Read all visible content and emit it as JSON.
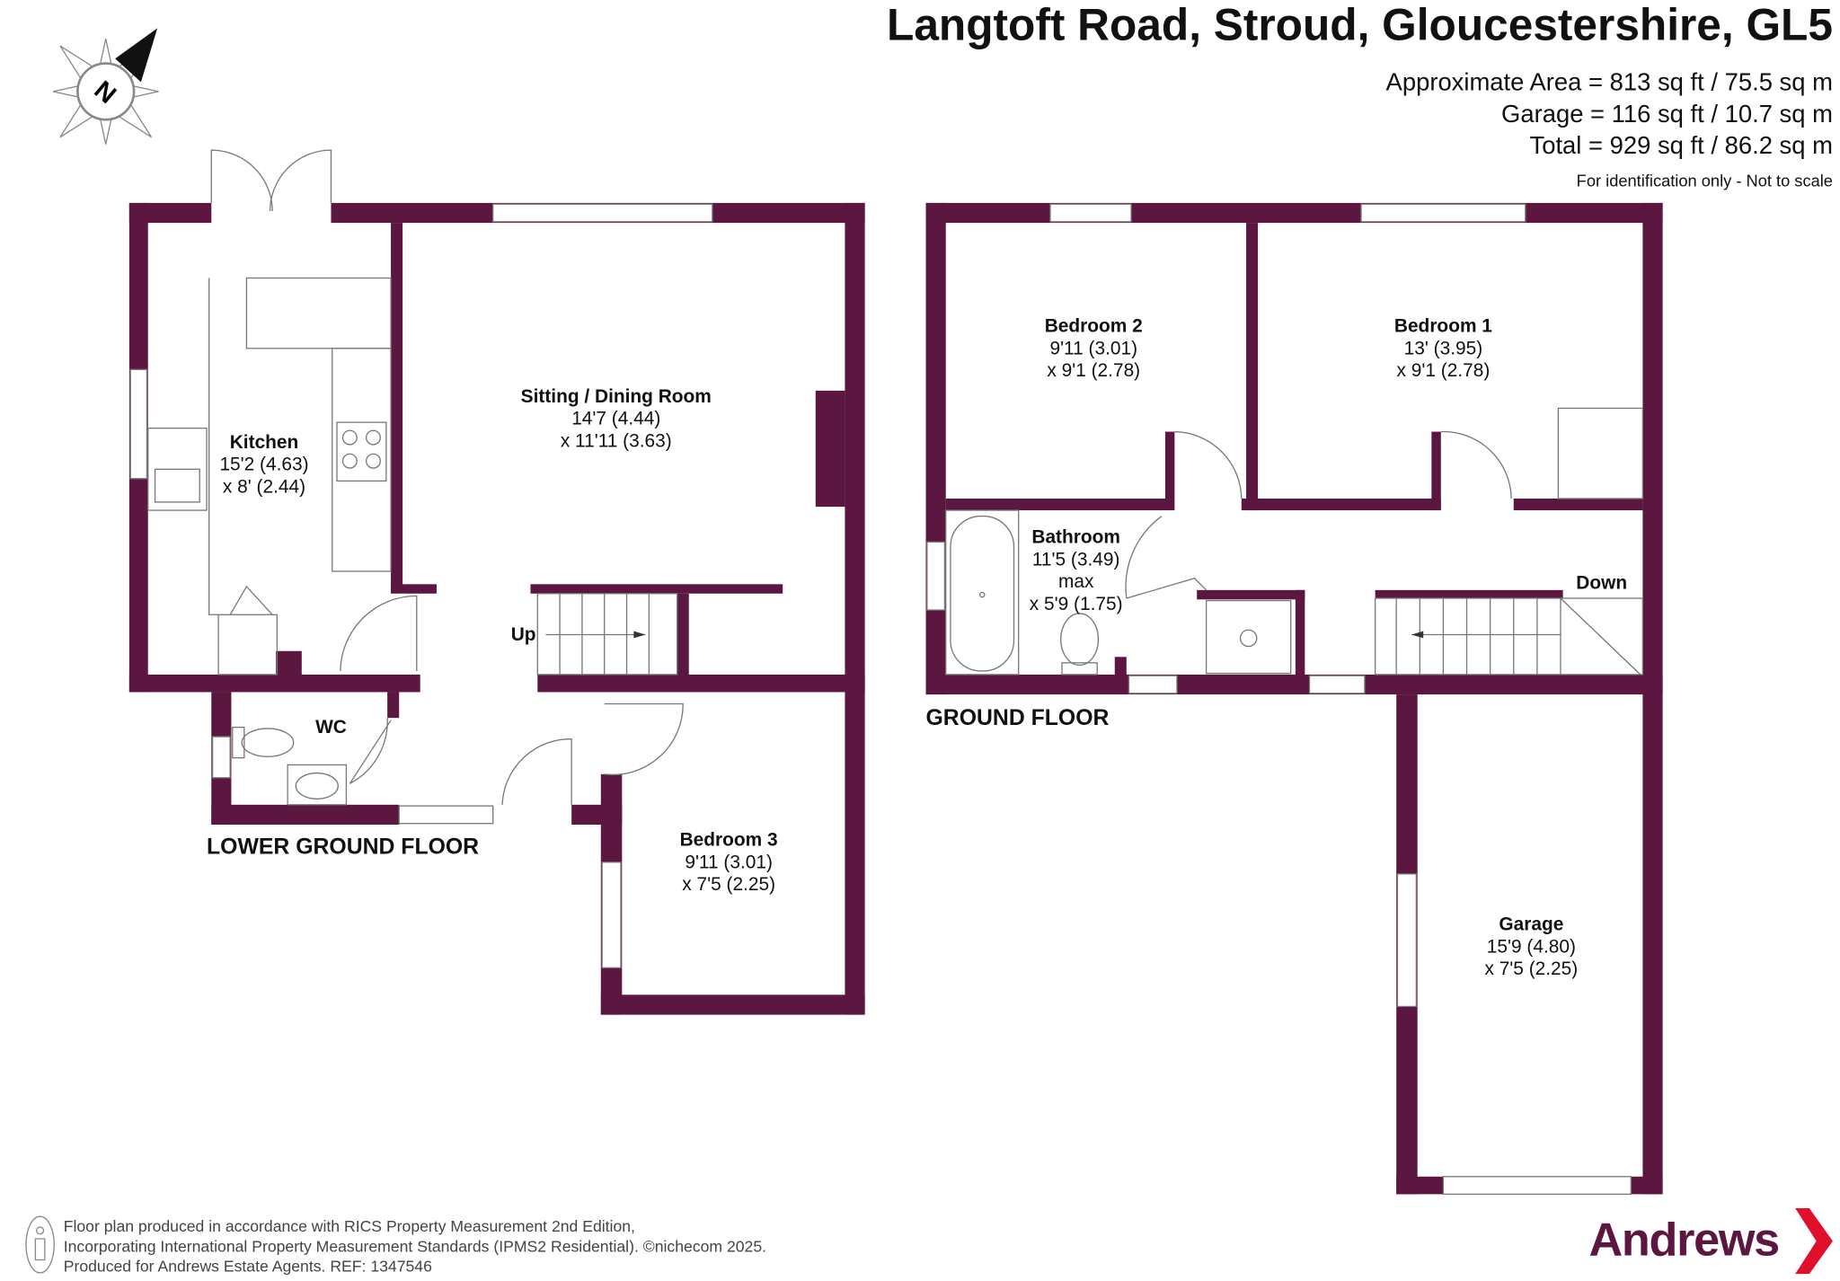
{
  "header": {
    "title": "Langtoft Road, Stroud, Gloucestershire, GL5",
    "area": "Approximate Area = 813 sq ft / 75.5 sq m",
    "garage": "Garage = 116 sq ft / 10.7 sq m",
    "total": "Total = 929 sq ft / 86.2 sq m",
    "disclaimer": "For identification only - Not to scale"
  },
  "compass": {
    "label": "N"
  },
  "floors": {
    "lower": {
      "name": "LOWER GROUND FLOOR",
      "rooms": {
        "kitchen": {
          "name": "Kitchen",
          "d1": "15'2 (4.63)",
          "d2": "x 8' (2.44)"
        },
        "sitting": {
          "name": "Sitting / Dining Room",
          "d1": "14'7 (4.44)",
          "d2": "x 11'11 (3.63)"
        },
        "wc": {
          "name": "WC"
        },
        "bedroom3": {
          "name": "Bedroom 3",
          "d1": "9'11 (3.01)",
          "d2": "x 7'5 (2.25)"
        }
      },
      "stairs": "Up"
    },
    "ground": {
      "name": "GROUND FLOOR",
      "rooms": {
        "bedroom2": {
          "name": "Bedroom 2",
          "d1": "9'11 (3.01)",
          "d2": "x 9'1 (2.78)"
        },
        "bedroom1": {
          "name": "Bedroom 1",
          "d1": "13' (3.95)",
          "d2": "x 9'1 (2.78)"
        },
        "bathroom": {
          "name": "Bathroom",
          "d1": "11'5 (3.49)",
          "d2": "max",
          "d3": "x 5'9 (1.75)"
        },
        "garage": {
          "name": "Garage",
          "d1": "15'9 (4.80)",
          "d2": "x 7'5 (2.25)"
        }
      },
      "stairs": "Down"
    }
  },
  "footer": {
    "line1": "Floor plan produced in accordance with RICS Property Measurement 2nd Edition,",
    "line2": "Incorporating International Property Measurement Standards (IPMS2 Residential).  ©nichecom 2025.",
    "line3": "Produced for Andrews Estate Agents.   REF: 1347546"
  },
  "brand": {
    "name": "Andrews",
    "color": "#5c1740",
    "accent": "#e0102a"
  }
}
